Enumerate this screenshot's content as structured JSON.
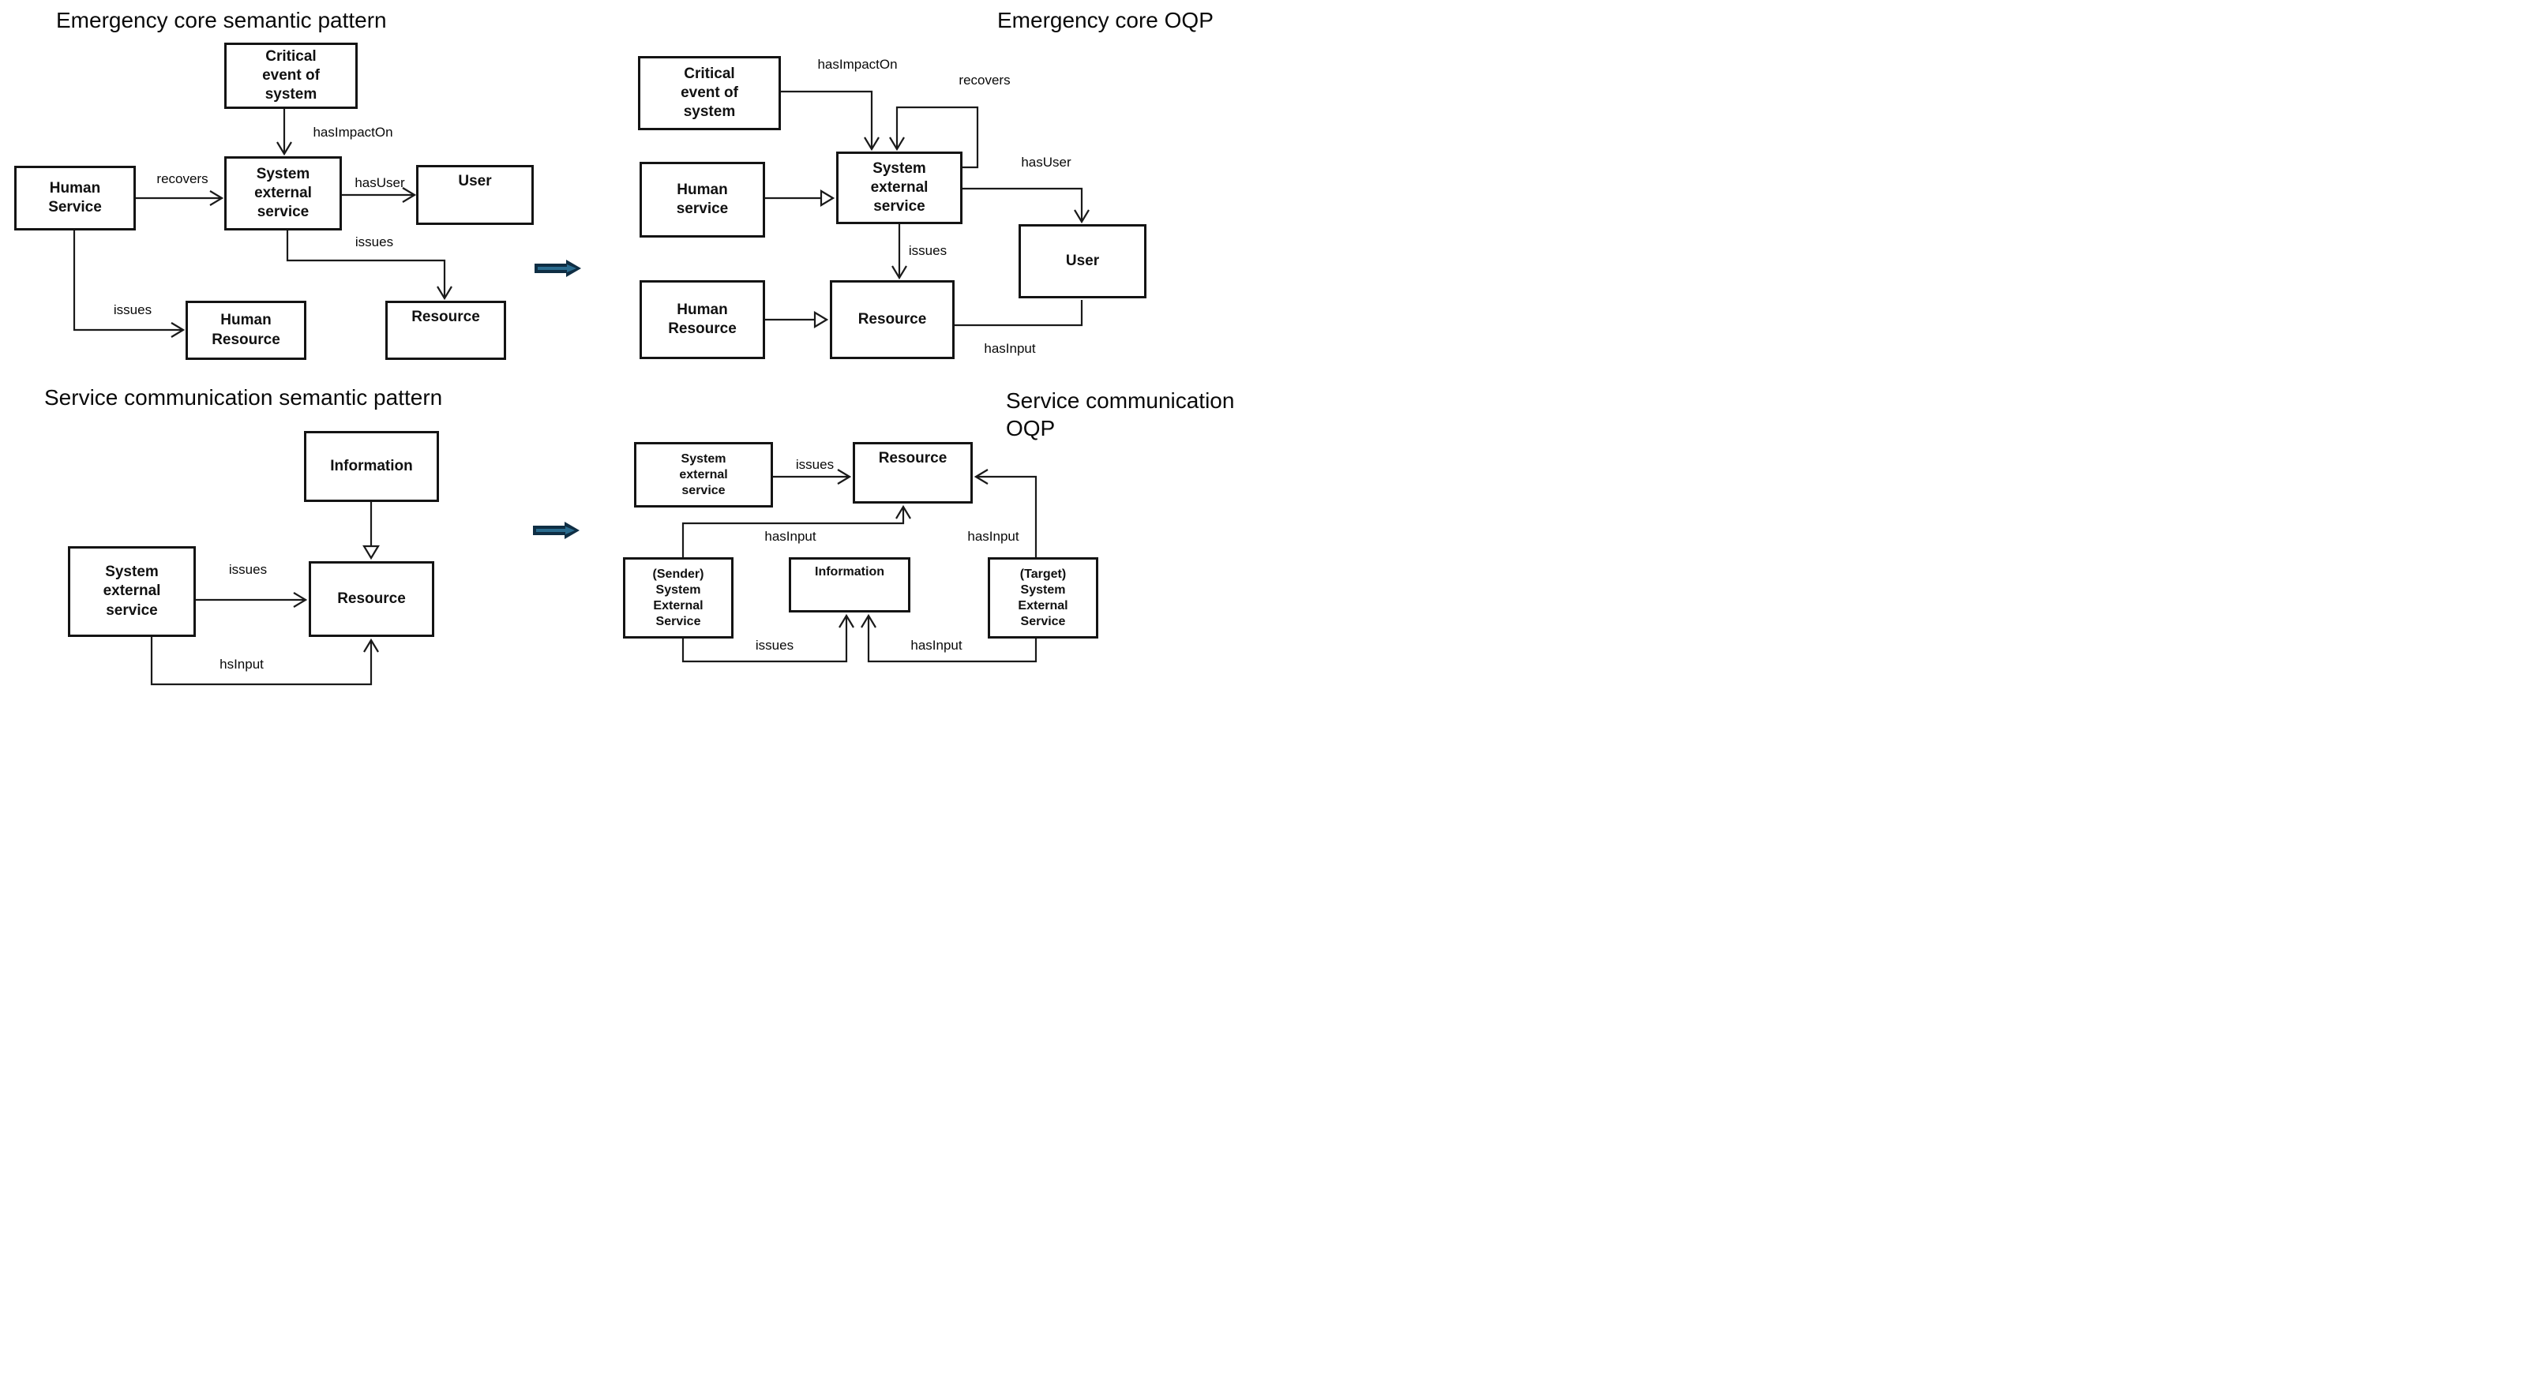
{
  "titles": {
    "top_left": "Emergency core semantic pattern",
    "top_right": "Emergency core OQP",
    "bottom_left": "Service communication semantic pattern",
    "bottom_right": "Service communication\nOQP"
  },
  "nodes": {
    "tl_critical_event": "Critical\nevent of\nsystem",
    "tl_human_service": "Human\nService",
    "tl_system_external_service": "System\nexternal\nservice",
    "tl_user": "User",
    "tl_human_resource": "Human\nResource",
    "tl_resource": "Resource",
    "tr_critical_event": "Critical\nevent of\nsystem",
    "tr_human_service": "Human\nservice",
    "tr_system_external_service": "System\nexternal\nservice",
    "tr_user": "User",
    "tr_human_resource": "Human\nResource",
    "tr_resource": "Resource",
    "bl_information": "Information",
    "bl_system_external_service": "System\nexternal\nservice",
    "bl_resource": "Resource",
    "br_system_external_service": "System\nexternal\nservice",
    "br_resource": "Resource",
    "br_sender_service": "(Sender)\nSystem\nExternal\nService",
    "br_information": "Information",
    "br_target_service": "(Target)\nSystem\nExternal\nService"
  },
  "edge_labels": {
    "tl_hasImpactOn": "hasImpactOn",
    "tl_recovers": "recovers",
    "tl_hasUser": "hasUser",
    "tl_issues_resource": "issues",
    "tl_issues_human_resource": "issues",
    "tr_hasImpactOn": "hasImpactOn",
    "tr_recovers": "recovers",
    "tr_hasUser": "hasUser",
    "tr_issues": "issues",
    "tr_hasInput": "hasInput",
    "bl_issues": "issues",
    "bl_hsInput": "hsInput",
    "br_issues_resource": "issues",
    "br_hasInput_sender_resource": "hasInput",
    "br_hasInput_target_resource": "hasInput",
    "br_issues_information": "issues",
    "br_hasInput_information": "hasInput"
  },
  "transform_arrows": {
    "outline_color": "#0f2e44",
    "inner_color": "#2a6b8e"
  }
}
